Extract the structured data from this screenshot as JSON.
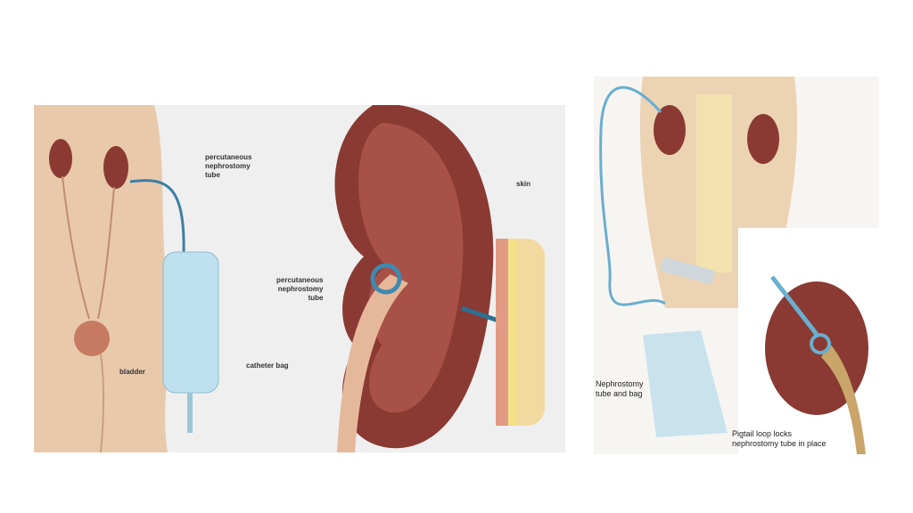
{
  "left_panel": {
    "labels": {
      "tube_top": "percutaneous\nnephrostomy\ntube",
      "bladder": "bladder",
      "catheter_bag": "catheter bag",
      "skin": "skin",
      "tube_kidney": "percutaneous\nnephrostomy\ntube"
    }
  },
  "right_panel": {
    "labels": {
      "tube_and_bag": "Nephrostomy\ntube and bag",
      "pigtail": "Pigtail loop locks\nnephrostomy tube in place"
    }
  },
  "colors": {
    "skin": "#e9c9ab",
    "kidney": "#8a3a32",
    "tube": "#5a9cc0",
    "bag": "#bfe0ee"
  }
}
